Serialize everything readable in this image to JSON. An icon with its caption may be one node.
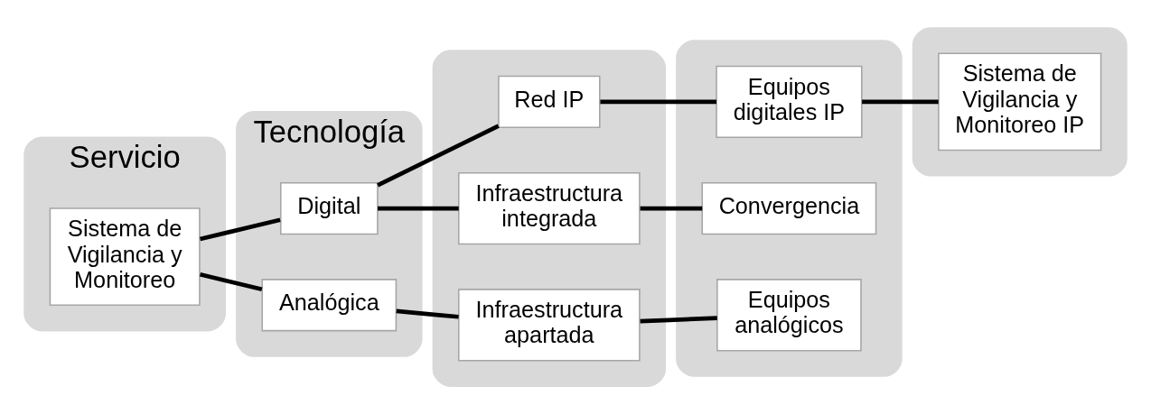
{
  "diagram": {
    "nodes": [
      {
        "text": [
          "Servicio"
        ]
      },
      {
        "text": [
          "Sistema de Vigilancia y Monitoreo"
        ],
        "in": 0
      },
      {
        "text": [
          "Tecnología"
        ]
      },
      {
        "text": [
          "Digital"
        ],
        "in": 2
      },
      {
        "text": [
          "Analógica"
        ],
        "in": 2
      },
      {
        "text": [],
        "shape": "box"
      },
      {
        "text": [
          "Red IP"
        ],
        "in": 5
      },
      {
        "text": [
          "Infraestructura integrada"
        ],
        "in": 5
      },
      {
        "text": [
          "Infraestructura apartada"
        ],
        "in": 5
      },
      {
        "text": [],
        "shape": "box"
      },
      {
        "text": [
          "Equipos digitales IP"
        ],
        "in": 9
      },
      {
        "text": [
          "Convergencia"
        ],
        "in": 9
      },
      {
        "text": [
          "Equipos analógicos"
        ],
        "in": 9
      },
      {
        "text": [],
        "shape": "box"
      },
      {
        "text": [
          "Sistema de Vigilancia y Monitoreo IP"
        ],
        "in": 13
      }
    ],
    "edges": [
      {
        "from": 1,
        "to": 3,
        "arrow": "none"
      },
      {
        "from": 1,
        "to": 4,
        "arrow": "none"
      },
      {
        "from": 3,
        "to": 6,
        "arrow": "none"
      },
      {
        "from": 3,
        "to": 7,
        "arrow": "none"
      },
      {
        "from": 4,
        "to": 8,
        "arrow": "none"
      },
      {
        "from": 6,
        "to": 10,
        "arrow": "none"
      },
      {
        "from": 7,
        "to": 11,
        "arrow": "none"
      },
      {
        "from": 8,
        "to": 12,
        "arrow": "none"
      },
      {
        "from": 10,
        "to": 14,
        "arrow": "none"
      }
    ]
  }
}
